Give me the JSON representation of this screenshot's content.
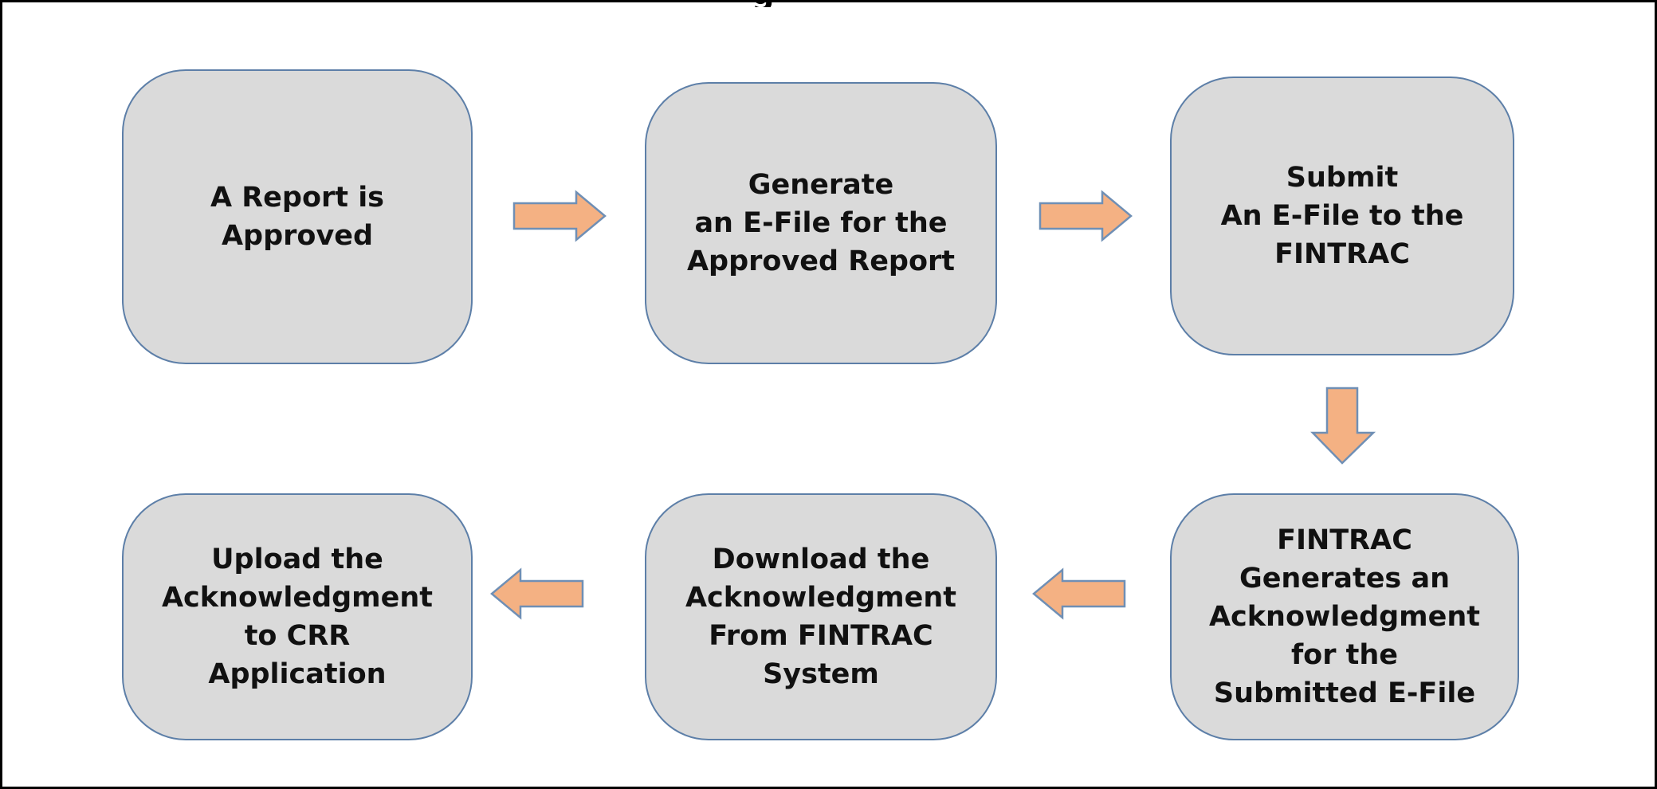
{
  "diagram": {
    "steps": [
      {
        "id": "report-approved",
        "label": "A Report is\nApproved"
      },
      {
        "id": "generate-efile",
        "label": "Generate\nan E-File for the\nApproved Report"
      },
      {
        "id": "submit-efile",
        "label": "Submit\nAn E-File to the\nFINTRAC"
      },
      {
        "id": "fintrac-generates-ack",
        "label": "FINTRAC\nGenerates an\nAcknowledgment\nfor the\nSubmitted E-File"
      },
      {
        "id": "download-ack",
        "label": "Download the\nAcknowledgment\nFrom FINTRAC\nSystem"
      },
      {
        "id": "upload-ack",
        "label": "Upload the\nAcknowledgment\nto CRR\nApplication"
      }
    ],
    "arrows": [
      {
        "from": "report-approved",
        "to": "generate-efile",
        "direction": "right"
      },
      {
        "from": "generate-efile",
        "to": "submit-efile",
        "direction": "right"
      },
      {
        "from": "submit-efile",
        "to": "fintrac-generates-ack",
        "direction": "down"
      },
      {
        "from": "fintrac-generates-ack",
        "to": "download-ack",
        "direction": "left"
      },
      {
        "from": "download-ack",
        "to": "upload-ack",
        "direction": "left"
      }
    ],
    "colors": {
      "box_fill": "#dadada",
      "box_border": "#5d7fa8",
      "arrow_fill": "#f4b183",
      "arrow_stroke": "#6f8fb5",
      "frame_border": "#000000"
    }
  }
}
